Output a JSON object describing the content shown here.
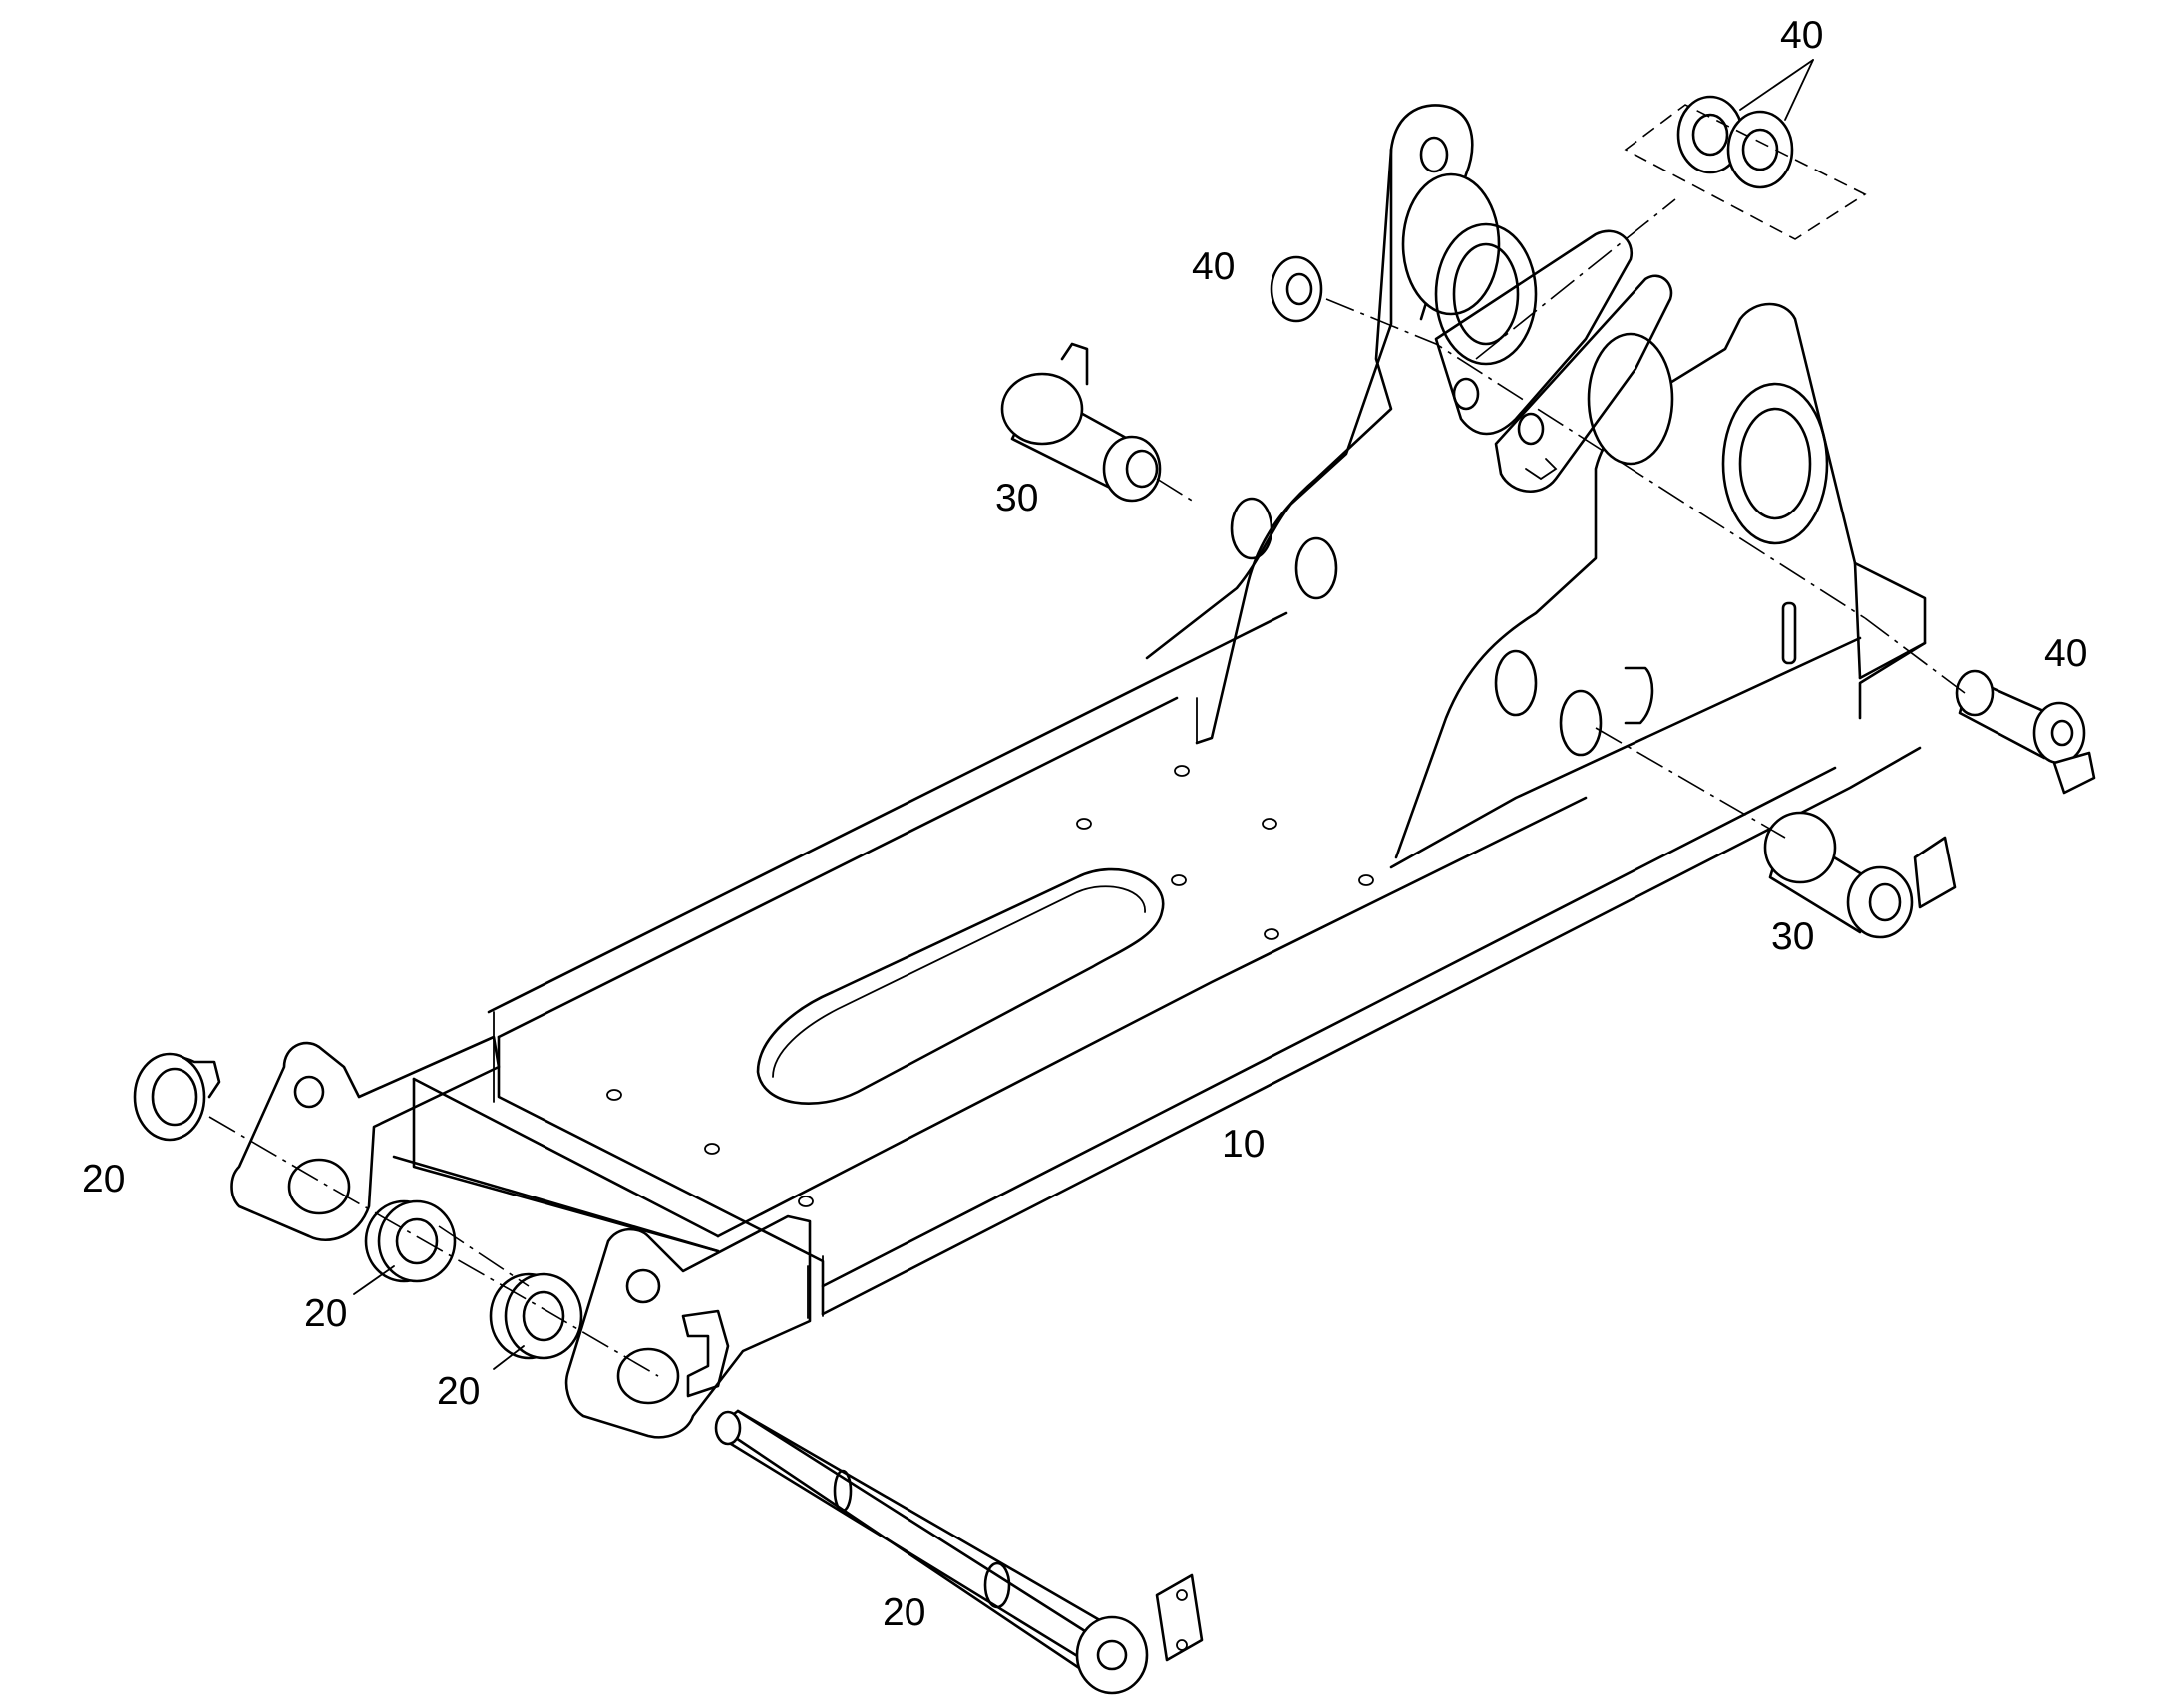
{
  "diagram": {
    "labels": {
      "frame": "10",
      "pin_left_washer": "20",
      "bushing_a": "20",
      "bushing_b": "20",
      "pin_front": "20",
      "pin_upper": "30",
      "pin_lower": "30",
      "bushing_pair": "40",
      "washer_upper": "40",
      "pin_right": "40"
    }
  }
}
